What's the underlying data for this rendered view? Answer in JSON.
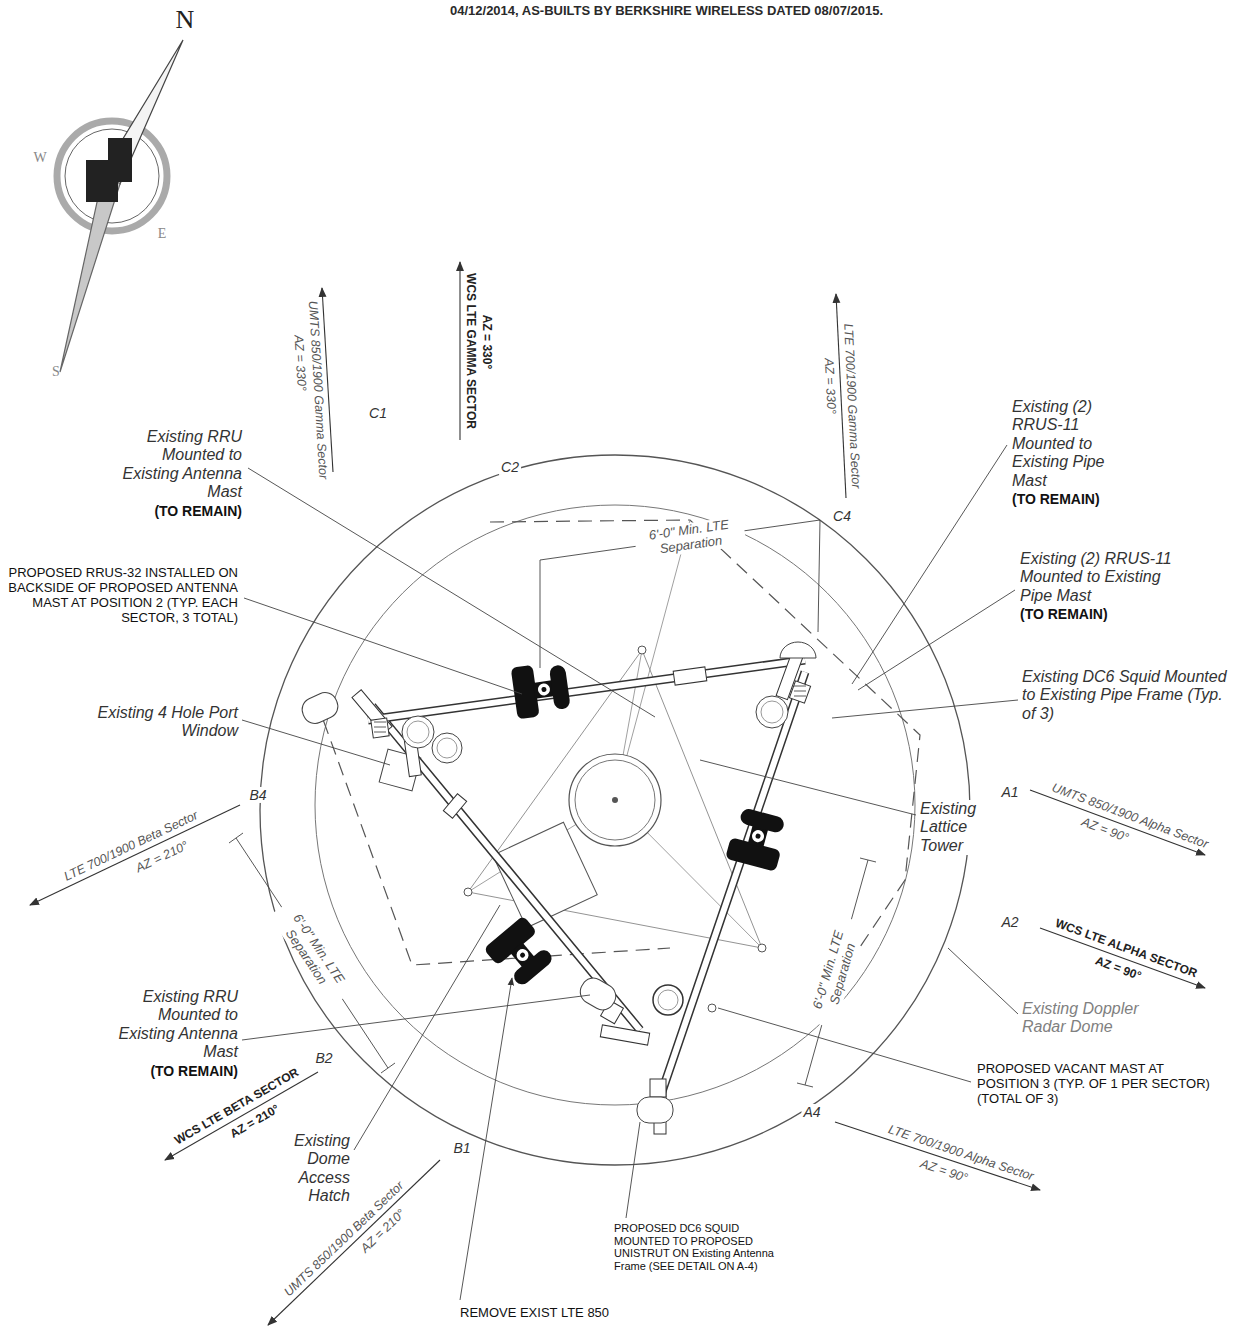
{
  "diagram": {
    "labels": [
      "04/12/2014, AS-BUILTS BY BERKSHIRE WIRELESS DATED 08/07/2015.",
      "N",
      "W",
      "E",
      "S",
      "WCS LTE GAMMA SECTOR",
      "AZ = 330°",
      "UMTS 850/1900 Gamma Sector",
      "AZ = 330°",
      "LTE 700/1900 Gamma Sector",
      "AZ = 330°",
      "C1",
      "C2",
      "C4",
      "Existing RRU Mounted to Existing Antenna Mast",
      "(TO REMAIN)",
      "PROPOSED RRUS-32 INSTALLED ON BACKSIDE OF PROPOSED ANTENNA MAST AT POSITION 2 (TYP. EACH SECTOR, 3 TOTAL)",
      "Existing 4 Hole Port Window",
      "6'-0\" Min. LTE Separation",
      "Existing (2) RRUS-11 Mounted to Existing Pipe Mast",
      "(TO REMAIN)",
      "Existing (2) RRUS-11 Mounted to Existing Pipe Mast",
      "(TO REMAIN)",
      "Existing DC6 Squid Mounted to Existing Pipe Frame (Typ. of 3)",
      "A1",
      "UMTS 850/1900 Alpha Sector",
      "AZ = 90°",
      "Existing Lattice Tower",
      "A2",
      "WCS LTE ALPHA SECTOR",
      "AZ = 90°",
      "Existing Doppler Radar Dome",
      "PROPOSED VACANT MAST AT POSITION 3 (TYP. OF 1 PER SECTOR) (TOTAL OF 3)",
      "6'-0\" Min. LTE Separation",
      "A4",
      "LTE 700/1900 Alpha Sector",
      "AZ = 90°",
      "B4",
      "LTE 700/1900 Beta Sector",
      "AZ = 210°",
      "6'-0\" Min. LTE Separation",
      "Existing RRU Mounted to Existing Antenna Mast",
      "(TO REMAIN)",
      "B2",
      "WCS LTE BETA SECTOR",
      "AZ = 210°",
      "Existing Dome Access Hatch",
      "B1",
      "UMTS 850/1900 Beta Sector",
      "AZ = 210°",
      "PROPOSED DC6 SQUID MOUNTED TO PROPOSED UNISTRUT ON Existing Antenna Frame (SEE DETAIL ON A-4)",
      "REMOVE EXIST LTE 850"
    ]
  }
}
